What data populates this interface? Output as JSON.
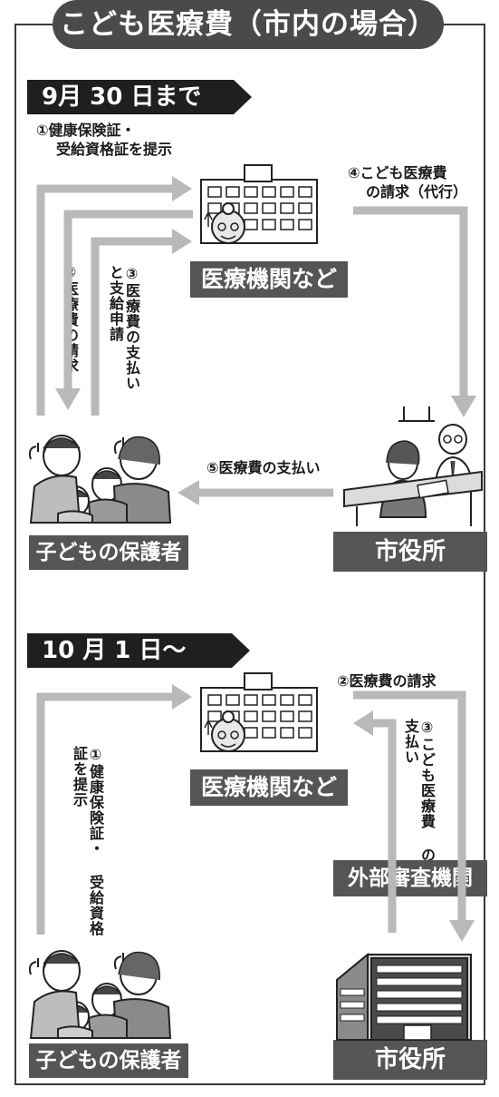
{
  "title": "こども医療費（市内の場合）",
  "before": {
    "date_label": "9月 30 日まで",
    "step1": [
      "①健康保険証・",
      "受給資格証を提示"
    ],
    "step2": "②医療費の請求",
    "step3": [
      "③医療費の支払い",
      "と支給申請"
    ],
    "step4": [
      "④こども医療費",
      "の請求（代行）"
    ],
    "step5": "⑤医療費の支払い",
    "hospital": "医療機関など",
    "guardian": "子どもの保護者",
    "city_hall": "市役所"
  },
  "after": {
    "date_label": "10 月 1 日～",
    "step1": [
      "①健康保険証・",
      "受給資格証を提示"
    ],
    "step2": "②医療費の請求",
    "step3": [
      "③こども医療費",
      "の支払い"
    ],
    "hospital": "医療機関など",
    "review": "外部審査機関",
    "guardian": "子どもの保護者",
    "city_hall": "市役所"
  },
  "colors": {
    "arrow": "#b9b9b9",
    "label_bg": "#555555",
    "banner_bg": "#1f1f1f",
    "frame": "#3a3a3a"
  }
}
